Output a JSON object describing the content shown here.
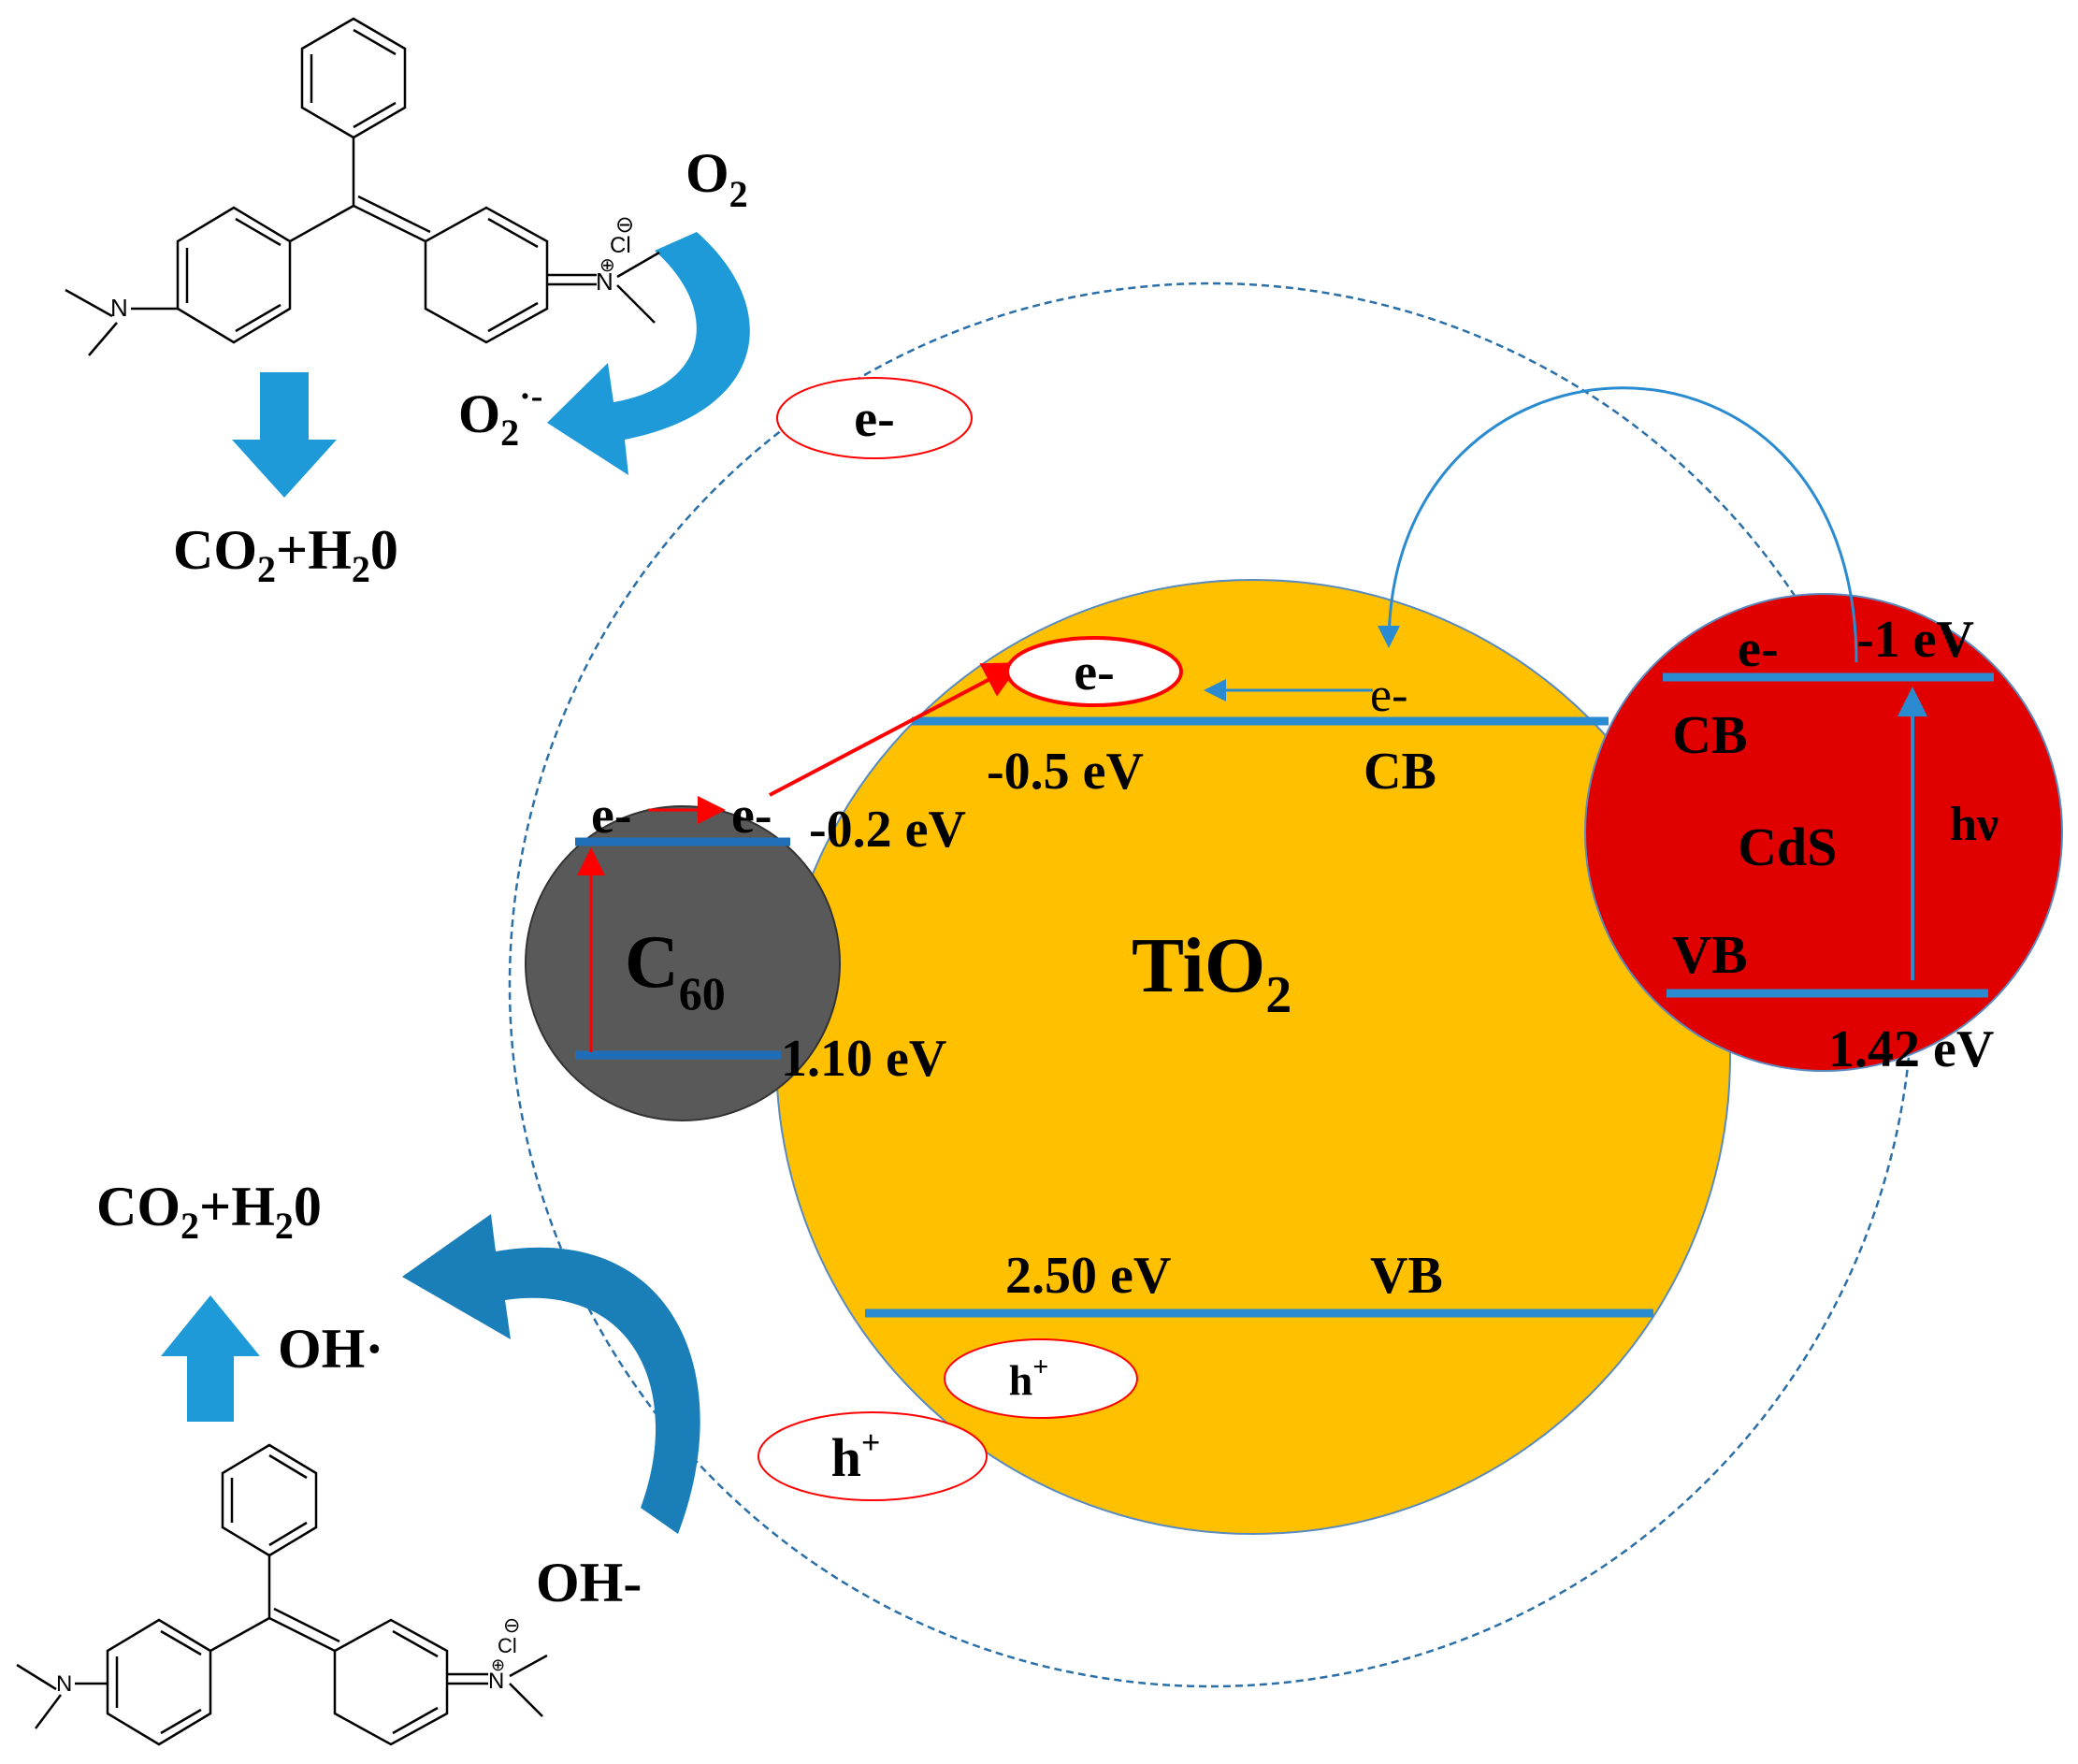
{
  "materials": {
    "tio2": {
      "main": "TiO",
      "sub": "2",
      "color": "#FFC000"
    },
    "c60": {
      "main": "C",
      "sub": "60",
      "color": "#595959"
    },
    "cds": {
      "label": "CdS",
      "color": "#E00000"
    }
  },
  "tio2_bands": {
    "cb_label": "CB",
    "vb_label": "VB",
    "cb_value": "-0.5 eV",
    "vb_value": "2.50 eV"
  },
  "c60_bands": {
    "cb_value": "-0.2 eV",
    "vb_value": "1.10 eV"
  },
  "cds_bands": {
    "cb_label": "CB",
    "vb_label": "VB",
    "cb_value": "-1 eV",
    "vb_value": "1.42 eV",
    "excitation": "hν"
  },
  "carriers": {
    "electron": "e-",
    "hole_main": "h",
    "hole_sup": "+"
  },
  "reactions": {
    "oxygen": {
      "main": "O",
      "sub": "2"
    },
    "superoxide": {
      "main": "O",
      "sub": "2",
      "sup": "·-"
    },
    "product": {
      "p1": "CO",
      "s1": "2",
      "p2": "+H",
      "s2": "2",
      "p3": "0"
    },
    "hydroxide": "OH-",
    "hydroxyl_radical": "OH·"
  },
  "molecule": {
    "chloride": "Cl",
    "nitrogen": "N",
    "minus": "⊖",
    "plus": "⊕"
  },
  "colors": {
    "band_line": "#2A8BD0",
    "arrow_blue": "#1E9AD8",
    "arrow_red": "#FF0000",
    "ellipse_outline": "#FF0000"
  }
}
